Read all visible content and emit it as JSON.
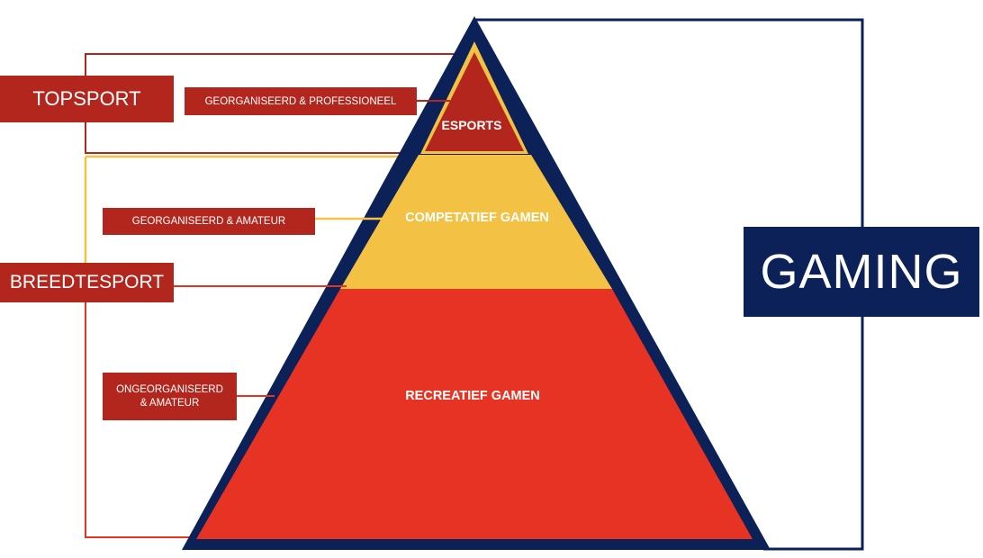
{
  "colors": {
    "navy": "#0c2157",
    "dark_red": "#b3261e",
    "red": "#e63323",
    "yellow": "#f3c144",
    "white": "#ffffff"
  },
  "left_labels": {
    "topsport": "TOPSPORT",
    "breedtesport": "BREEDTESPORT"
  },
  "sub_labels": {
    "georganiseerd_professioneel": "GEORGANISEERD & PROFESSIONEEL",
    "georganiseerd_amateur": "GEORGANISEERD & AMATEUR",
    "ongeorganiseerd_amateur": "ONGEORGANISEERD\n& AMATEUR"
  },
  "pyramid": {
    "tiers": [
      "ESPORTS",
      "COMPETATIEF GAMEN",
      "RECREATIEF GAMEN"
    ]
  },
  "right_label": "GAMING"
}
